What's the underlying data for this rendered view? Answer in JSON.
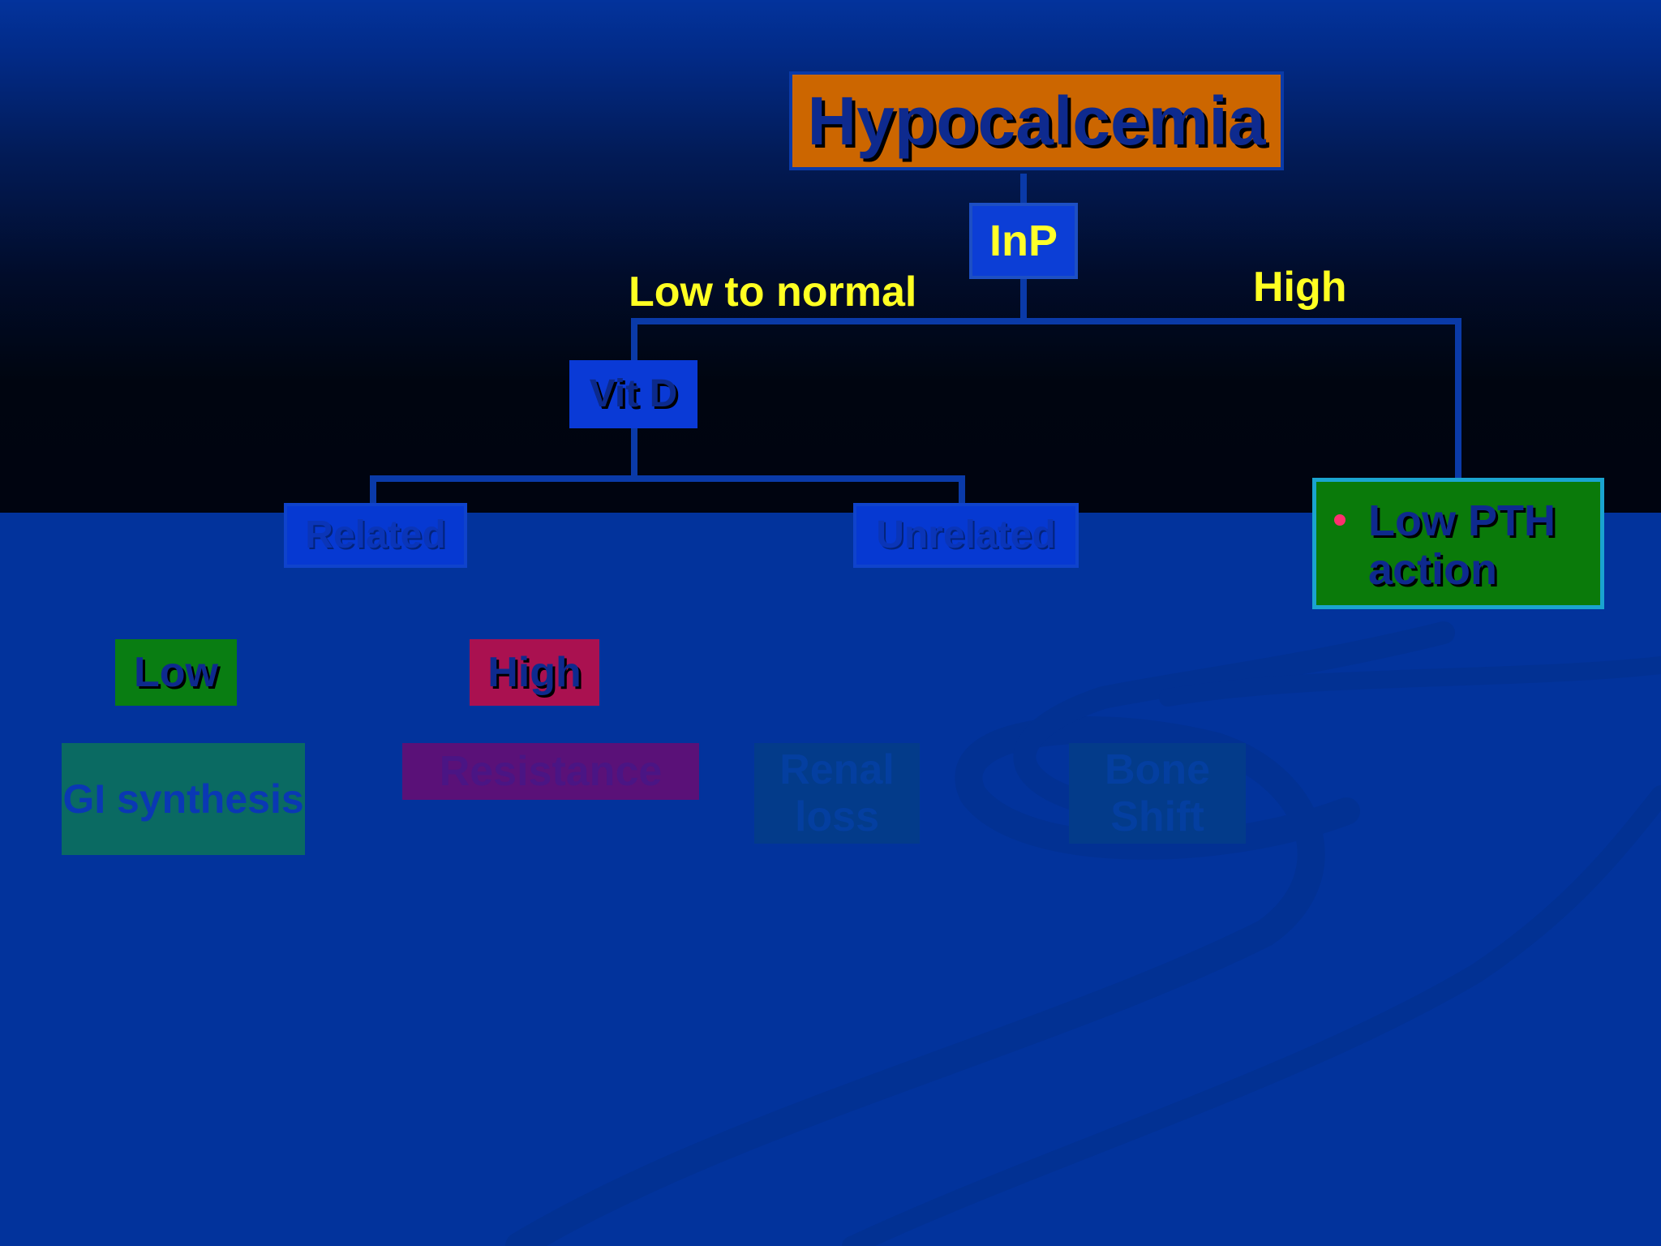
{
  "diagram": {
    "root": "Hypocalcemia",
    "level1": "InP",
    "branch_left_label": "Low to normal",
    "branch_right_label": "High",
    "vitd": "Vit D",
    "related": "Related",
    "unrelated": "Unrelated",
    "low_pth_action": "Low PTH action",
    "low": "Low",
    "high": "High",
    "gi_synthesis": "GI synthesis",
    "resistance": "Resistance",
    "renal_loss": "Renal loss",
    "bone_shift": "Bone Shift"
  },
  "colors": {
    "background": "#02339c",
    "label_yellow": "#ffff22",
    "root_fill": "#cc6600",
    "box_blue": "#0c3ed6",
    "green": "#0a7a0a",
    "crimson": "#aa1150",
    "teal": "#0a6a62",
    "purple": "#5a1178"
  }
}
